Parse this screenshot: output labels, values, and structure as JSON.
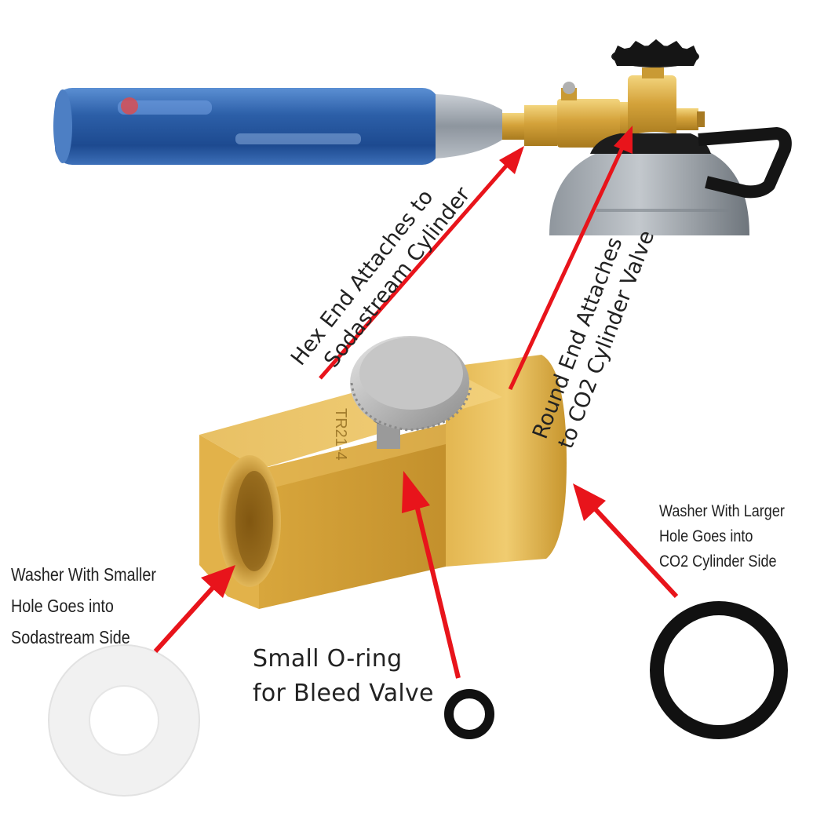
{
  "labels": {
    "hex_end": [
      "Hex End Attaches to",
      "Sodastream Cylinder"
    ],
    "round_end": [
      "Round End Attaches",
      "to CO2 Cylinder Valve"
    ],
    "washer_small": [
      "Washer With Smaller",
      "Hole Goes into",
      "Sodastream Side"
    ],
    "small_oring": [
      "Small O-ring",
      "for Bleed Valve"
    ],
    "washer_large": [
      "Washer With Larger",
      "Hole Goes into",
      "CO2 Cylinder Side"
    ],
    "adapter_engraving": "TR21-4"
  },
  "colors": {
    "arrow": "#e8141b",
    "brass": "#d9a93c",
    "cylinder_blue": "#2c5fa8",
    "oring": "#111111",
    "washer": "#f1f1f1"
  }
}
